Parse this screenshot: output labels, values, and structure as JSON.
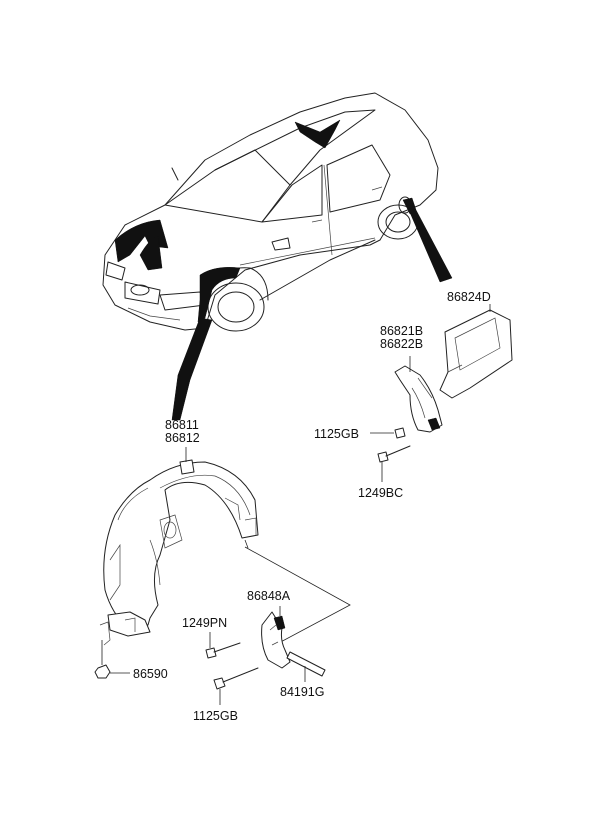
{
  "labels": {
    "p86811": "86811",
    "p86812": "86812",
    "p86590": "86590",
    "p1249PN": "1249PN",
    "p86848A": "86848A",
    "p1125GB_bottom": "1125GB",
    "p84191G": "84191G",
    "p86824D": "86824D",
    "p86821B": "86821B",
    "p86822B": "86822B",
    "p1125GB_rear": "1125GB",
    "p1249BC": "1249BC"
  }
}
